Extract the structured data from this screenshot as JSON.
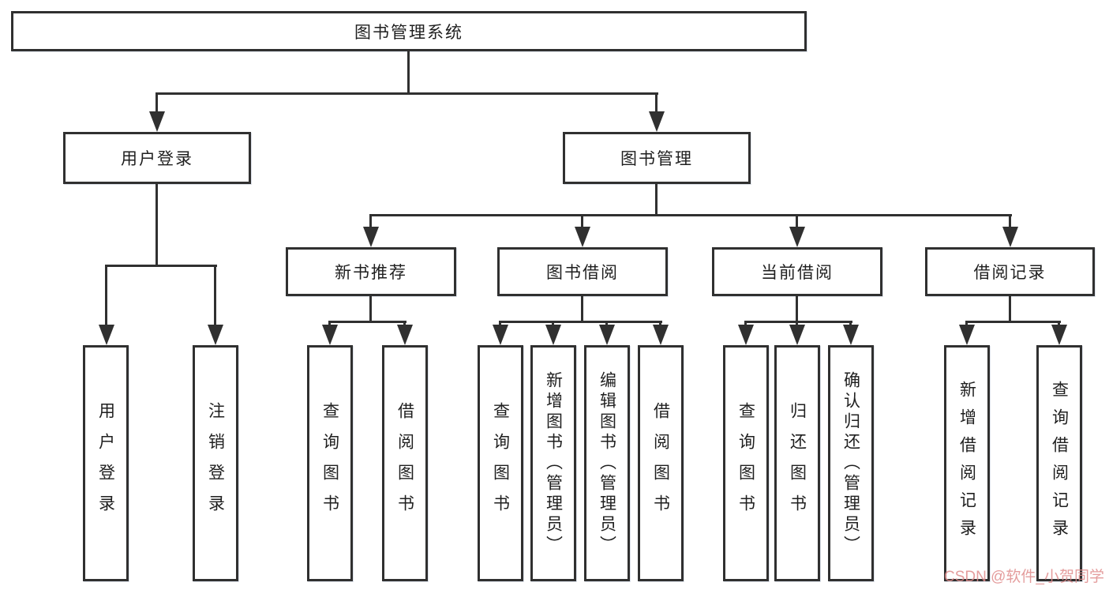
{
  "diagram_title": "图书管理系统",
  "nodes": {
    "root": "图书管理系统",
    "user_login": "用户登录",
    "book_mgmt": "图书管理",
    "new_books": "新书推荐",
    "borrowing": "图书借阅",
    "current_borrow": "当前借阅",
    "borrow_records": "借阅记录",
    "leaf_user_login": "用户登录",
    "leaf_logout": "注销登录",
    "leaf_new_query": "查询图书",
    "leaf_new_borrow": "借阅图书",
    "leaf_bor_query": "查询图书",
    "leaf_bor_add": "新增图书（管理员）",
    "leaf_bor_edit": "编辑图书（管理员）",
    "leaf_bor_borrow": "借阅图书",
    "leaf_cur_query": "查询图书",
    "leaf_cur_return": "归还图书",
    "leaf_cur_confirm": "确认归还（管理员）",
    "leaf_rec_add": "新增借阅记录",
    "leaf_rec_query": "查询借阅记录"
  },
  "watermark": "CSDN @软件_小贺同学",
  "colors": {
    "line": "#303030",
    "ink": "#1f1f1f",
    "watermark": "#e08c8c",
    "background": "#ffffff"
  }
}
